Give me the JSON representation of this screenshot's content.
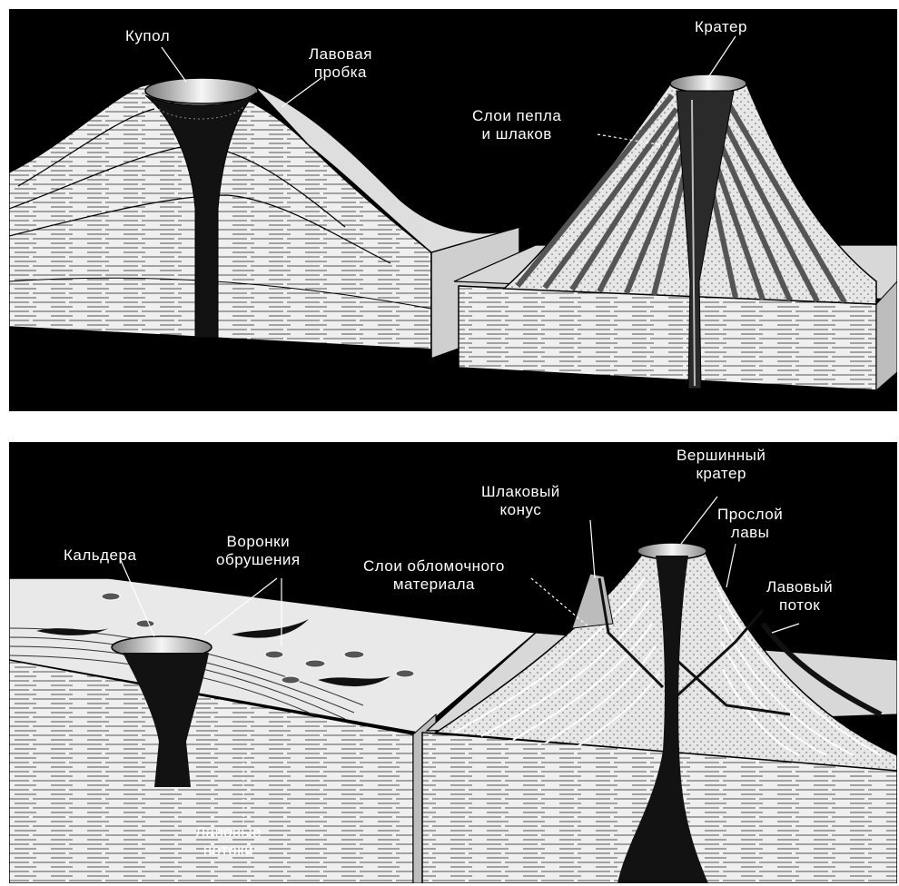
{
  "labels": {
    "dome": "Купол",
    "lava_plug": [
      "Лавовая",
      "пробка"
    ],
    "crater": "Кратер",
    "ash_cinder_layers": [
      "Слои пепла",
      "и шлаков"
    ],
    "summit_crater": [
      "Вершинный",
      "кратер"
    ],
    "cinder_cone": [
      "Шлаковый",
      "конус"
    ],
    "lava_interlayer": [
      "Прослой",
      "лавы"
    ],
    "lava_flow": [
      "Лавовый",
      "поток"
    ],
    "caldera": "Кальдера",
    "collapse_pits": [
      "Воронки",
      "обрушения"
    ],
    "clastic_layers": [
      "Слои обломочного",
      "материала"
    ],
    "lava_flows": [
      "Лавовые",
      "потоки"
    ]
  },
  "colors": {
    "background": "#000000",
    "frame": "#ffffff",
    "rock_light": "#f2f2f2",
    "rock_mid": "#cfcfcf",
    "rock_dark": "#9a9a9a",
    "conduit": "#111111"
  }
}
